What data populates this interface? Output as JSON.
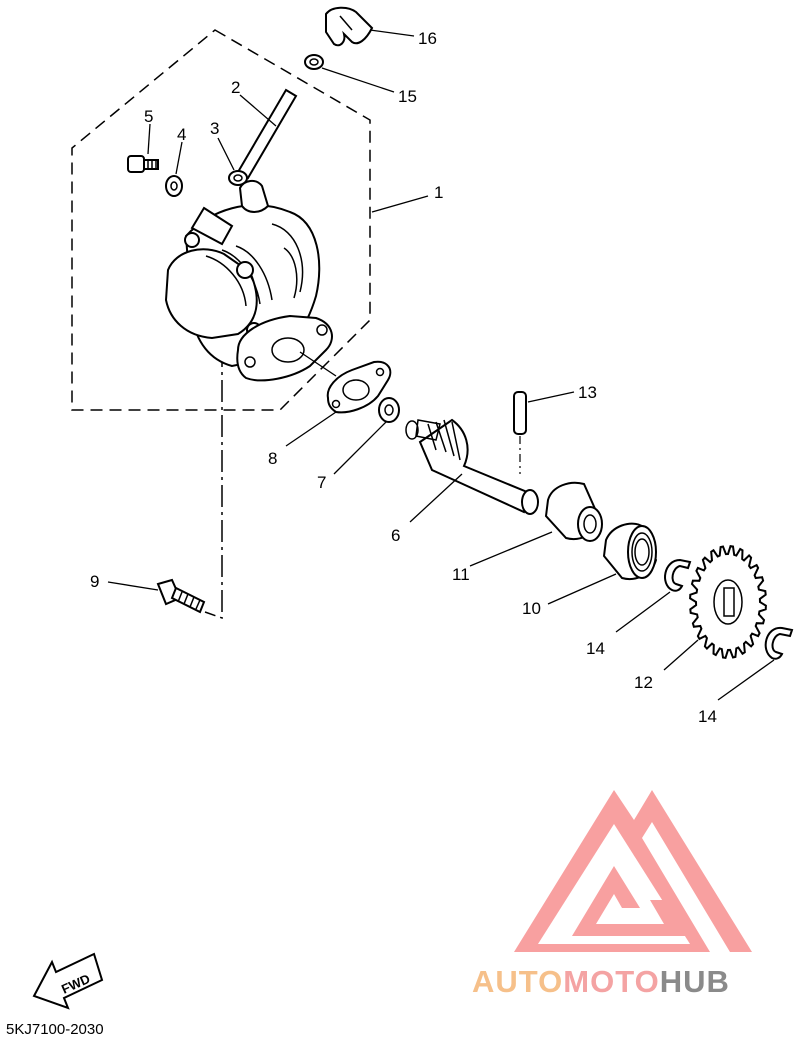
{
  "callouts": [
    {
      "id": "c16",
      "text": "16"
    },
    {
      "id": "c15",
      "text": "15"
    },
    {
      "id": "c2",
      "text": "2"
    },
    {
      "id": "c5",
      "text": "5"
    },
    {
      "id": "c4",
      "text": "4"
    },
    {
      "id": "c3",
      "text": "3"
    },
    {
      "id": "c1",
      "text": "1"
    },
    {
      "id": "c13",
      "text": "13"
    },
    {
      "id": "c8",
      "text": "8"
    },
    {
      "id": "c7",
      "text": "7"
    },
    {
      "id": "c6",
      "text": "6"
    },
    {
      "id": "c11",
      "text": "11"
    },
    {
      "id": "c9",
      "text": "9"
    },
    {
      "id": "c10",
      "text": "10"
    },
    {
      "id": "c14a",
      "text": "14"
    },
    {
      "id": "c12",
      "text": "12"
    },
    {
      "id": "c14b",
      "text": "14"
    }
  ],
  "fwd_label": "FWD",
  "diagram_code": "5KJ7100-2030",
  "watermark": {
    "part1": "AUTO",
    "part2": "MOTO",
    "part3": "HUB",
    "color1": "#f6c08a",
    "color2": "#f4a3a3",
    "color3": "#8a8a8a",
    "logo_color": "#f8a0a0"
  }
}
